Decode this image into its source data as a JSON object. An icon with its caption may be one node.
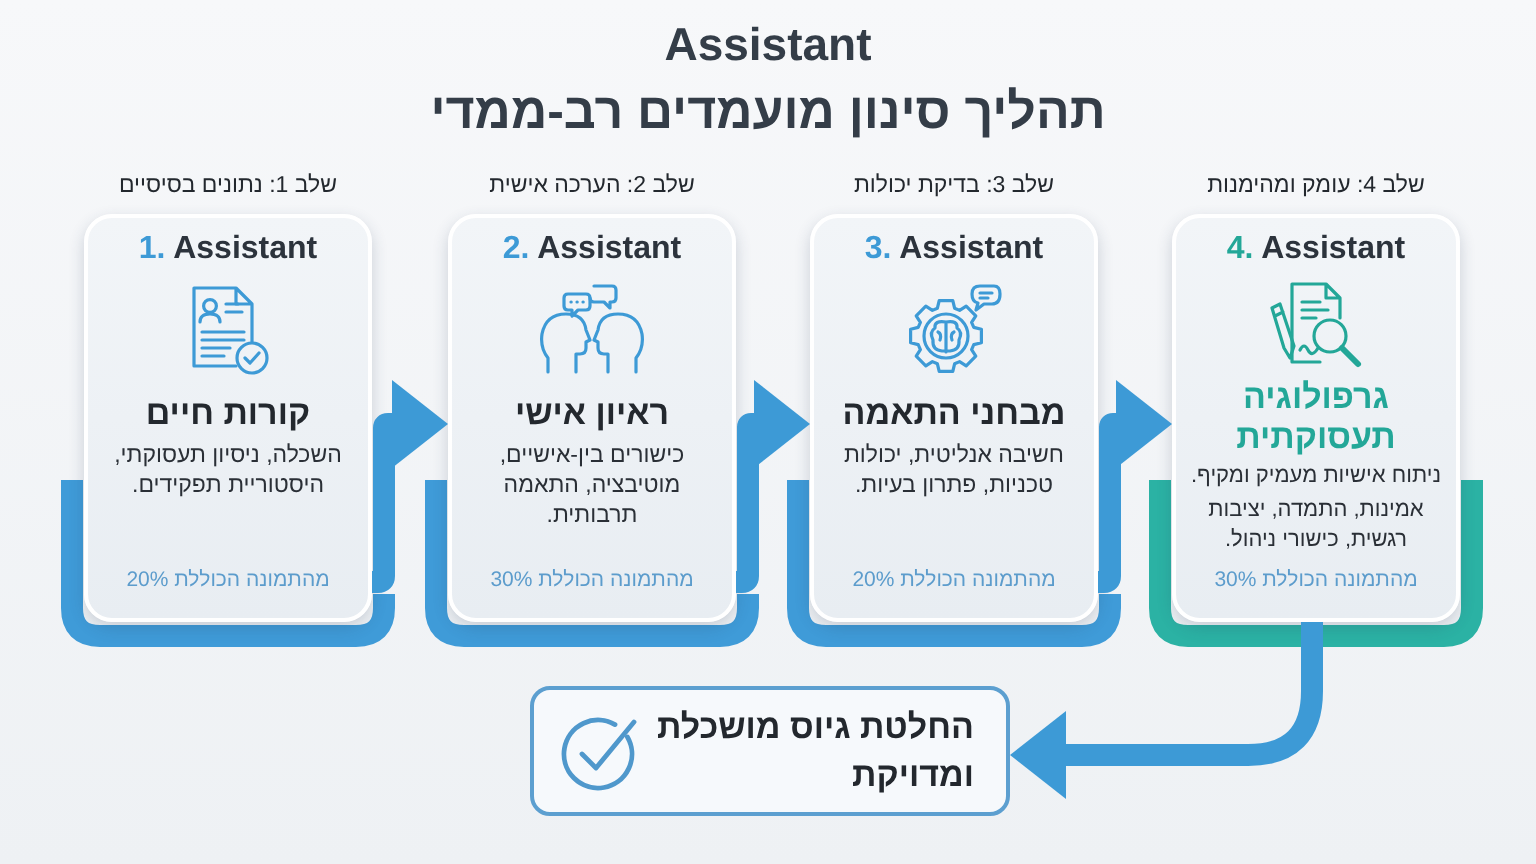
{
  "diagram": {
    "title": "תהליך סינון מועמדים רב-ממדי",
    "nodes": [
      {
        "text": [
          "1. Assistant",
          "קורות חיים",
          "השכלה, ניסיון תעסוקתי, היסטוריית תפקידים.",
          "20% מהתמונה הכוללת"
        ],
        "beside": [
          "שלב 1: נתונים בסיסיים"
        ]
      },
      {
        "text": [
          "2. Assistant",
          "ראיון אישי",
          "כישורים בין-אישיים, מוטיבציה, התאמה תרבותית.",
          "30% מהתמונה הכוללת"
        ],
        "beside": [
          "שלב 2: הערכה אישית"
        ]
      },
      {
        "text": [
          "3. Assistant",
          "מבחני התאמה",
          "חשיבה אנליטית, יכולות טכניות, פתרון בעיות.",
          "20% מהתמונה הכוללת"
        ],
        "beside": [
          "שלב 3: בדיקת יכולות"
        ]
      },
      {
        "text": [
          "4. Assistant",
          "גרפולוגיה תעסוקתית",
          "ניתוח אישיות מעמיק ומקיף.",
          "אמינות, התמדה, יציבות רגשית, כישורי ניהול.",
          "30% מהתמונה הכוללת"
        ],
        "beside": [
          "שלב 4: עומק ומהימנות"
        ]
      },
      {
        "text": [
          "החלטת גיוס מושכלת ומדויקת"
        ]
      }
    ],
    "edges": [
      {
        "from": 0,
        "to": 1,
        "arrow": "to"
      },
      {
        "from": 1,
        "to": 2,
        "arrow": "to"
      },
      {
        "from": 2,
        "to": 3,
        "arrow": "to"
      },
      {
        "from": 3,
        "to": 4,
        "arrow": "to"
      }
    ],
    "labels": [
      "Assistant"
    ]
  }
}
